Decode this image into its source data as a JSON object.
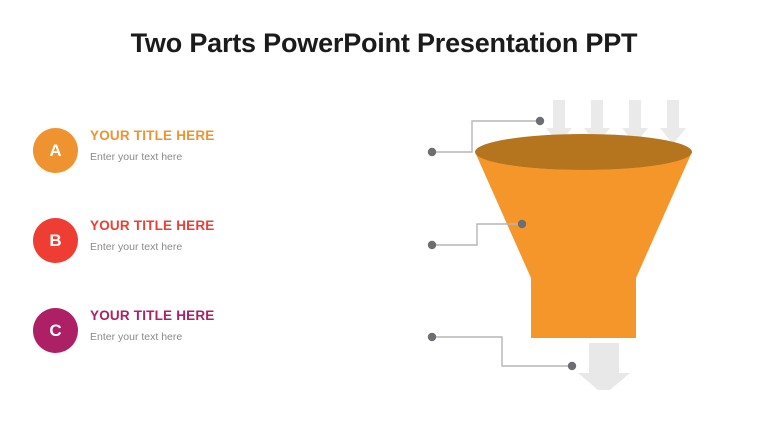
{
  "slide": {
    "title": "Two Parts PowerPoint Presentation PPT",
    "background_color": "#FFFFFF"
  },
  "legend": {
    "items": [
      {
        "badge": "A",
        "title": "YOUR TITLE HERE",
        "subtitle": "Enter your text here",
        "color": "#EF9330"
      },
      {
        "badge": "B",
        "title": "YOUR TITLE HERE",
        "subtitle": "Enter your text here",
        "color": "#EE3E34"
      },
      {
        "badge": "C",
        "title": "YOUR TITLE HERE",
        "subtitle": "Enter your text here",
        "color": "#AE2066"
      }
    ],
    "subtitle_color": "#8A8A8A"
  },
  "funnel": {
    "body_color": "#F5962B",
    "rim_color": "#B5751F",
    "inflow_arrow_color": "#EAEAEA",
    "outflow_arrow_color": "#E8E8E8",
    "inflow_arrow_count": 4,
    "connector_line_color": "#B6B6B6",
    "connector_dot_color": "#6D6E71",
    "connector_count": 3
  }
}
